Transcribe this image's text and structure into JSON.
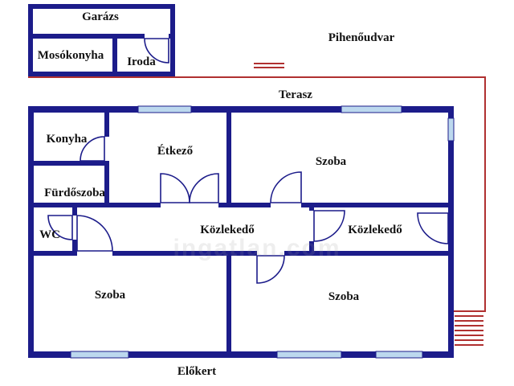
{
  "plan": {
    "rooms": {
      "garazs": "Garázs",
      "mosokonyha": "Mosókonyha",
      "iroda": "Iroda",
      "pihenoudvar": "Pihenőudvar",
      "terasz": "Terasz",
      "konyha": "Konyha",
      "etkezo": "Étkező",
      "szoba_felso": "Szoba",
      "furdoszoba": "Fürdőszoba",
      "wc": "WC",
      "kozlekedo_kozep": "Közlekedő",
      "kozlekedo_jobb": "Közlekedő",
      "szoba_bal_also": "Szoba",
      "szoba_jobb_also": "Szoba",
      "elokert": "Előkert"
    },
    "watermark": "ingatlan.com",
    "colors": {
      "wall": "#1c1c8a",
      "window": "#bcd8ee",
      "boundary": "#b03030",
      "label": "#121212",
      "background": "#ffffff"
    }
  }
}
